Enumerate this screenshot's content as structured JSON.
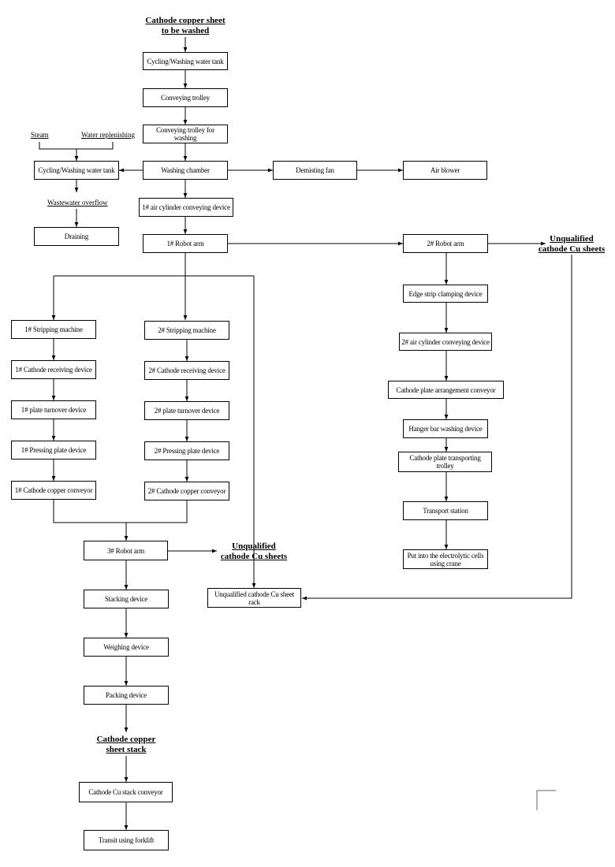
{
  "labels": {
    "title_top": [
      "Cathode copper sheet",
      "to be washed"
    ],
    "steam": "Steam",
    "water_replenishing": "Water replenishing",
    "wastewater_overflow": "Wastewater overflow",
    "unqualified_right": [
      "Unqualified",
      "cathode Cu sheets"
    ],
    "unqualified_mid": [
      "Unqualified",
      "cathode Cu sheets"
    ],
    "stack": [
      "Cathode copper",
      "sheet stack"
    ]
  },
  "boxes": {
    "cycling_tank_top": "Cycling/Washing water tank",
    "conveying_trolley": "Conveying trolley",
    "trolley_for_washing": "Conveying trolley for washing",
    "cycling_tank_left": "Cycling/Washing water tank",
    "washing_chamber": "Washing chamber",
    "demisting_fan": "Demisting fan",
    "air_blower": "Air blower",
    "draining": "Draining",
    "cylinder_1": "1# air cylinder conveying device",
    "robot_1": "1# Robot arm",
    "robot_2": "2# Robot arm",
    "edge_strip": "Edge strip clamping device",
    "cylinder_2": "2# air cylinder conveying device",
    "plate_arrangement": "Cathode plate arrangement conveyor",
    "hanger_washing": "Hanger bar washing device",
    "plate_trolley": "Cathode plate transporting trolley",
    "transport_station": "Transport station",
    "electrolytic_cells": "Put into the electrolytic cells using crane",
    "strip_1": "1# Stripping machine",
    "receiving_1": "1# Cathode receiving device",
    "turnover_1": "1# plate turnover device",
    "pressing_1": "1# Pressing plate device",
    "conveyor_1": "1# Cathode copper conveyor",
    "strip_2": "2# Stripping machine",
    "receiving_2": "2# Cathode receiving device",
    "turnover_2": "2# plate turnover device",
    "pressing_2": "2# Pressing plate device",
    "conveyor_2": "2# Cathode copper conveyor",
    "robot_3": "3# Robot arm",
    "unqualified_rack": "Unqualified cathode Cu sheet rack",
    "stacking": "Stacking device",
    "weighing": "Weighing device",
    "packing": "Packing device",
    "stack_conveyor": "Cathode Cu stack conveyor",
    "forklift": "Transit using forklift"
  }
}
